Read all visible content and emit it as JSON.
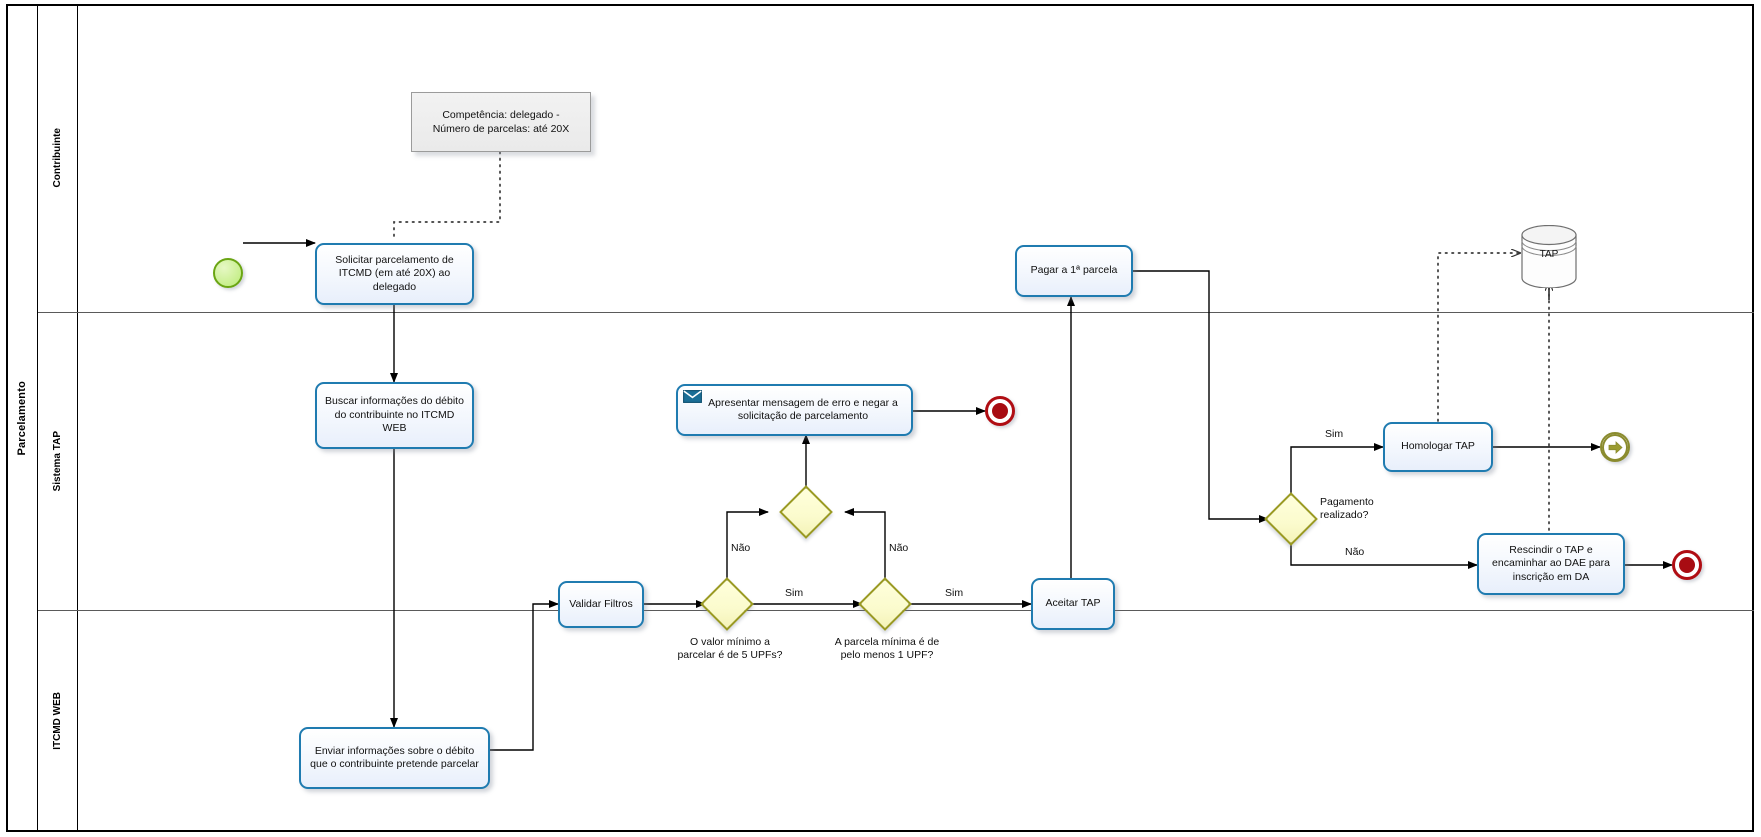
{
  "pool": {
    "name": "Parcelamento"
  },
  "lanes": [
    {
      "name": "Contribuinte"
    },
    {
      "name": "Sistema TAP"
    },
    {
      "name": "ITCMD WEB"
    }
  ],
  "annotations": [
    {
      "name": "annotation-competencia",
      "text": "Competência: delegado -\nNúmero de parcelas: até 20X"
    }
  ],
  "events": [
    {
      "name": "start-event",
      "type": "start",
      "label": ""
    },
    {
      "name": "end-event-negar",
      "type": "end",
      "label": ""
    },
    {
      "name": "link-event-homologado",
      "type": "link",
      "label": ""
    },
    {
      "name": "end-event-rescindir",
      "type": "end",
      "label": ""
    }
  ],
  "tasks": [
    {
      "name": "task-solicitar-parcelamento",
      "text": "Solicitar parcelamento de ITCMD (em até 20X) ao delegado"
    },
    {
      "name": "task-buscar-informacoes",
      "text": "Buscar informações do débito do contribuinte no ITCMD WEB"
    },
    {
      "name": "task-enviar-informacoes",
      "text": "Enviar informações sobre o débito que o contribuinte pretende parcelar"
    },
    {
      "name": "task-validar-filtros",
      "text": "Validar Filtros"
    },
    {
      "name": "task-apresentar-mensagem-erro",
      "text": "Apresentar mensagem de erro e negar a solicitação de parcelamento",
      "icon": "envelope-icon"
    },
    {
      "name": "task-aceitar-tap",
      "text": "Aceitar TAP"
    },
    {
      "name": "task-pagar-primeira-parcela",
      "text": "Pagar a 1ª parcela"
    },
    {
      "name": "task-homologar-tap",
      "text": "Homologar TAP"
    },
    {
      "name": "task-rescindir-tap",
      "text": "Rescindir o TAP e encaminhar ao DAE para inscrição em DA"
    }
  ],
  "gateways": [
    {
      "name": "gateway-valor-minimo",
      "label": "O valor mínimo a\nparcelar é de 5 UPFs?"
    },
    {
      "name": "gateway-parcela-minima",
      "label": "A parcela  mínima é de\npelo menos 1 UPF?"
    },
    {
      "name": "gateway-merge-nao",
      "label": ""
    },
    {
      "name": "gateway-pagamento-realizado",
      "label": "Pagamento\nrealizado?"
    }
  ],
  "datastores": [
    {
      "name": "datastore-tap",
      "label": "TAP"
    }
  ],
  "flow_labels": {
    "nao_valor_minimo": "Não",
    "nao_parcela_minima": "Não",
    "sim_valor_minimo": "Sim",
    "sim_parcela_minima": "Sim",
    "sim_pagamento": "Sim",
    "nao_pagamento": "Não"
  },
  "colors": {
    "task_border": "#1f7bb0",
    "gateway_border": "#9a9a22",
    "gateway_fill": "#fbfbcd",
    "start_border": "#6aa513",
    "start_fill": "#c8ef8e",
    "end_border": "#b00d13",
    "link_border": "#8a8b2e",
    "annotation_fill": "#eeeeee"
  }
}
